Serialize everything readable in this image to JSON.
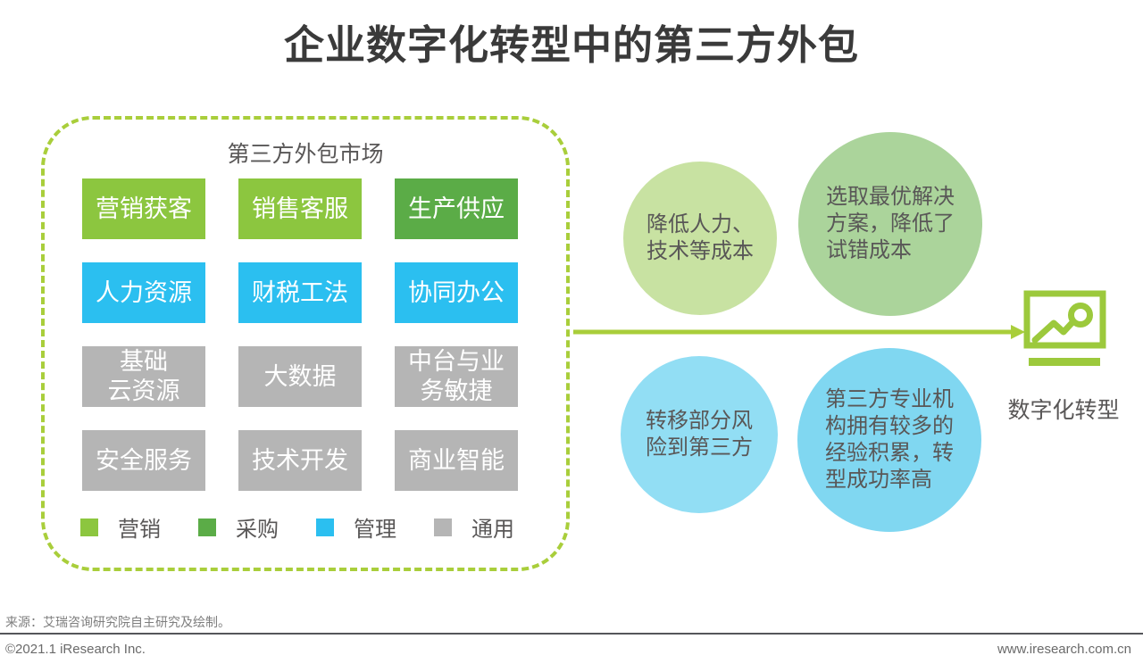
{
  "page": {
    "title": "企业数字化转型中的第三方外包",
    "source_note": "来源：艾瑞咨询研究院自主研究及绘制。",
    "footer": {
      "left": "©2021.1 iResearch Inc.",
      "right": "www.iresearch.com.cn"
    }
  },
  "market": {
    "title": "第三方外包市场",
    "cells": [
      {
        "label": "营销获客",
        "category": "marketing"
      },
      {
        "label": "销售客服",
        "category": "marketing"
      },
      {
        "label": "生产供应",
        "category": "procurement"
      },
      {
        "label": "人力资源",
        "category": "management"
      },
      {
        "label": "财税工法",
        "category": "management"
      },
      {
        "label": "协同办公",
        "category": "management"
      },
      {
        "label": "基础\n云资源",
        "category": "general"
      },
      {
        "label": "大数据",
        "category": "general"
      },
      {
        "label": "中台与业\n务敏捷",
        "category": "general"
      },
      {
        "label": "安全服务",
        "category": "general"
      },
      {
        "label": "技术开发",
        "category": "general"
      },
      {
        "label": "商业智能",
        "category": "general"
      }
    ],
    "legend": [
      {
        "label": "营销",
        "category": "marketing",
        "color": "#8CC63F"
      },
      {
        "label": "采购",
        "category": "procurement",
        "color": "#5BAC47"
      },
      {
        "label": "管理",
        "category": "management",
        "color": "#2BBFF0"
      },
      {
        "label": "通用",
        "category": "general",
        "color": "#B5B5B5"
      }
    ]
  },
  "benefits": [
    {
      "text": "降低人力、\n技术等成本",
      "color": "#C8E2A2"
    },
    {
      "text": "选取最优解决\n方案，降低了\n试错成本",
      "color": "#ABD49B"
    },
    {
      "text": "转移部分风\n险到第三方",
      "color": "#92DEF4"
    },
    {
      "text": "第三方专业机\n构拥有较多的\n经验积累，转\n型成功率高",
      "color": "#80D7F1"
    }
  ],
  "target": {
    "label": "数字化转型",
    "icon": "trend-chart-icon",
    "arrow_color": "#A9CE3B",
    "icon_color": "#9CC93C"
  },
  "colors": {
    "accent_green": "#A9CE3B",
    "title_text": "#3A3A3A",
    "body_text": "#595757",
    "cell_text": "#FFFFFF"
  }
}
